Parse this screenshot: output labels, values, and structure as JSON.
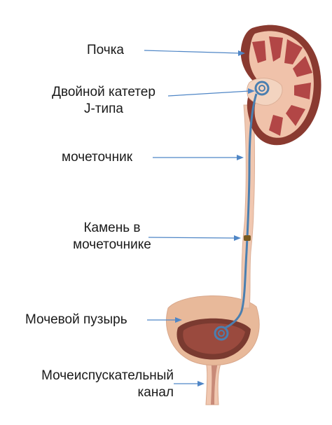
{
  "colors": {
    "kidney_outer": "#8a3a30",
    "kidney_cortex": "#f0c2aa",
    "kidney_pyramid": "#b24646",
    "tissue": "#f0c7b0",
    "bladder_outer": "#e8b99a",
    "bladder_inner": "#7a3a30",
    "stent": "#4a7fb0",
    "stone": "#7a5a20",
    "arrow": "#4f86c6"
  },
  "labels": {
    "kidney": "Почка",
    "stent_line1": "Двойной катетер",
    "stent_line2": "J-типа",
    "ureter": "мочеточник",
    "stone_line1": "Камень в",
    "stone_line2": "мочеточнике",
    "bladder": "Мочевой пузырь",
    "urethra_line1": "Мочеиспускательный",
    "urethra_line2": "канал"
  }
}
